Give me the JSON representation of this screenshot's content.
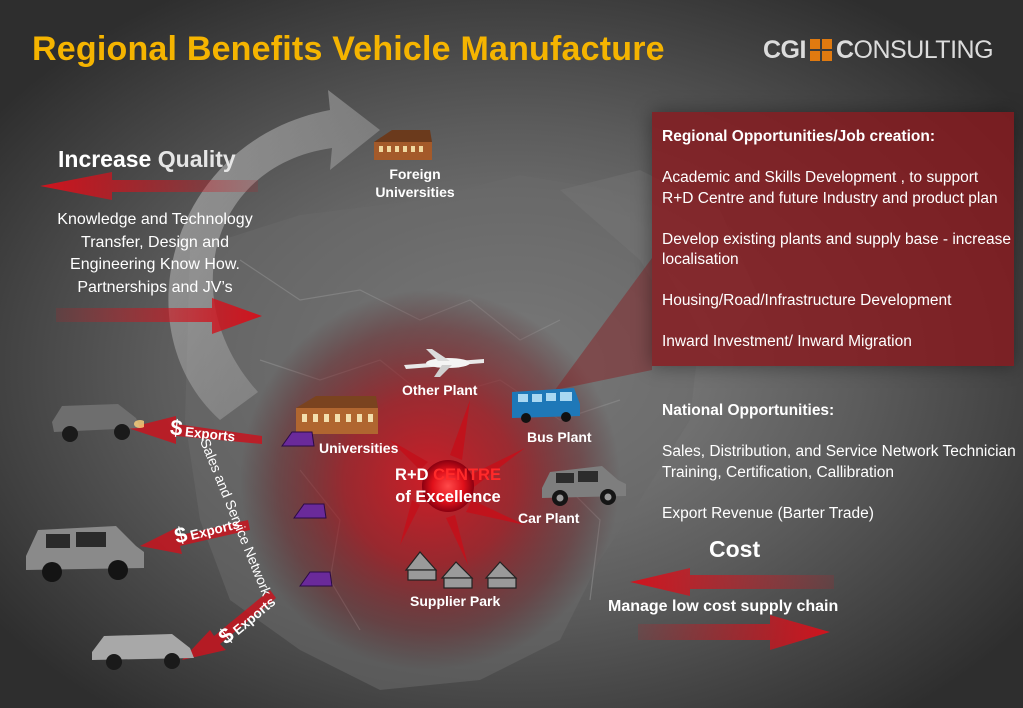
{
  "title": "Regional Benefits Vehicle Manufacture",
  "logo": {
    "part1": "CGI",
    "part2": "C",
    "part3": "ONSULTING"
  },
  "quality": {
    "heading_a": "Increase ",
    "heading_b": "Quality",
    "text_lines": [
      "Knowledge and Technology",
      "Transfer, Design and",
      "Engineering Know How.",
      "Partnerships and JV’s"
    ]
  },
  "nodes": {
    "foreign_universities": [
      "Foreign",
      "Universities"
    ],
    "other_plant": "Other  Plant",
    "universities": "Universities",
    "bus_plant": "Bus Plant",
    "car_plant": "Car Plant",
    "supplier_park": "Supplier Park",
    "centre_line1a": "R+D ",
    "centre_line1b": "CENTRE",
    "centre_line2": "of Excellence"
  },
  "exports": {
    "symbol": "$",
    "label": "Exports"
  },
  "network_label": "Sales and Service Network",
  "regional": {
    "heading": "Regional Opportunities/Job creation:",
    "items": [
      "Academic and Skills Development , to support  R+D Centre and future Industry and product plan",
      "Develop existing plants and supply base - increase localisation",
      "Housing/Road/Infrastructure Development",
      "Inward Investment/ Inward Migration"
    ]
  },
  "national": {
    "heading": "National Opportunities:",
    "items": [
      "Sales, Distribution, and  Service Network Technician Training, Certification, Callibration",
      "Export Revenue (Barter Trade)"
    ]
  },
  "cost": {
    "heading": "Cost",
    "text": "Manage low cost supply chain"
  },
  "colors": {
    "title": "#f5b400",
    "panel": "#871a1e",
    "arrow_red": "#c8141e",
    "logo_orange": "#e07a10"
  }
}
